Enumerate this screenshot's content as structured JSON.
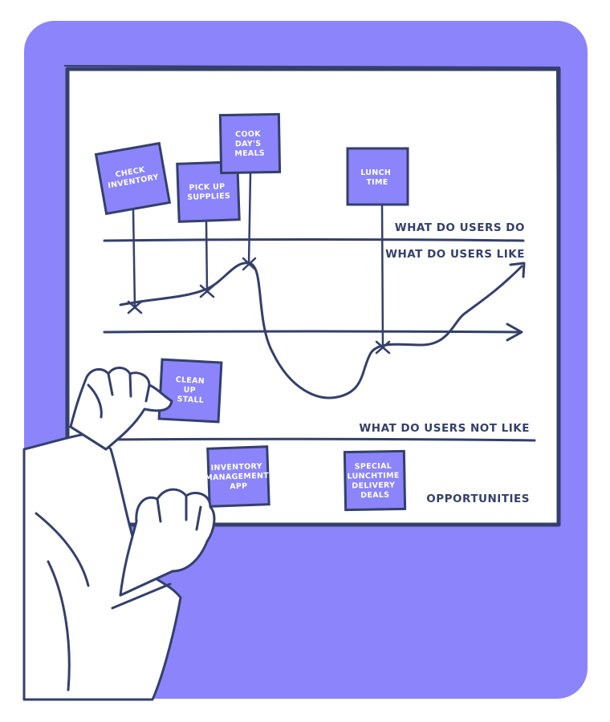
{
  "colors": {
    "background_panel": "#8b84fb",
    "ink": "#34406a",
    "board": "#ffffff",
    "sticky_note": "#8b84fb",
    "note_text": "#ffffff"
  },
  "board": {
    "row_labels": {
      "do": "WHAT DO USERS DO",
      "like": "WHAT DO USERS LIKE",
      "not_like": "WHAT DO USERS NOT LIKE",
      "opportunities": "OPPORTUNITIES"
    }
  },
  "notes": {
    "check_inventory": [
      "CHECK",
      "INVENTORY"
    ],
    "pick_up_supplies": [
      "PICK UP",
      "SUPPLIES"
    ],
    "cook_meals": [
      "COOK",
      "DAY'S",
      "MEALS"
    ],
    "lunch_time": [
      "LUNCH",
      "TIME"
    ],
    "clean_up_stall": [
      "CLEAN",
      "UP",
      "STALL"
    ],
    "inventory_app": [
      "INVENTORY",
      "MANAGEMENT",
      "APP"
    ],
    "delivery_deals": [
      "SPECIAL",
      "LUNCHTIME",
      "DELIVERY",
      "DEALS"
    ]
  }
}
